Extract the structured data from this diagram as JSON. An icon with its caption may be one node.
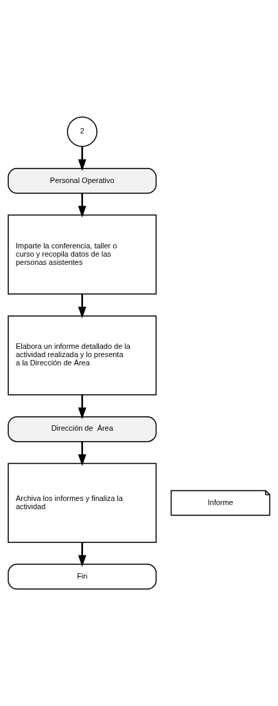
{
  "diagram": {
    "nodes": [
      {
        "text": [
          "2"
        ]
      },
      {
        "text": [
          "Personal Operativo"
        ]
      },
      {
        "text": [
          "Imparte la conferencia, taller o curso y recopila datos de las personas asistentes"
        ]
      },
      {
        "text": [
          "Elabora un informe detallado de la actividad realizada y lo presenta a la Dirección de Área"
        ]
      },
      {
        "text": [
          "Dirección de  Área"
        ]
      },
      {
        "text": [
          "Archiva los informes y finaliza la actividad"
        ]
      },
      {
        "text": [
          "Informe"
        ]
      },
      {
        "text": [
          "Fin"
        ]
      }
    ],
    "edges": [
      {
        "from": 0,
        "to": 1,
        "arrow": "to"
      },
      {
        "from": 1,
        "to": 2,
        "arrow": "to"
      },
      {
        "from": 2,
        "to": 3,
        "arrow": "to"
      },
      {
        "from": 3,
        "to": 4,
        "arrow": "to"
      },
      {
        "from": 4,
        "to": 5,
        "arrow": "to"
      },
      {
        "from": 5,
        "to": 7,
        "arrow": "to"
      }
    ]
  }
}
